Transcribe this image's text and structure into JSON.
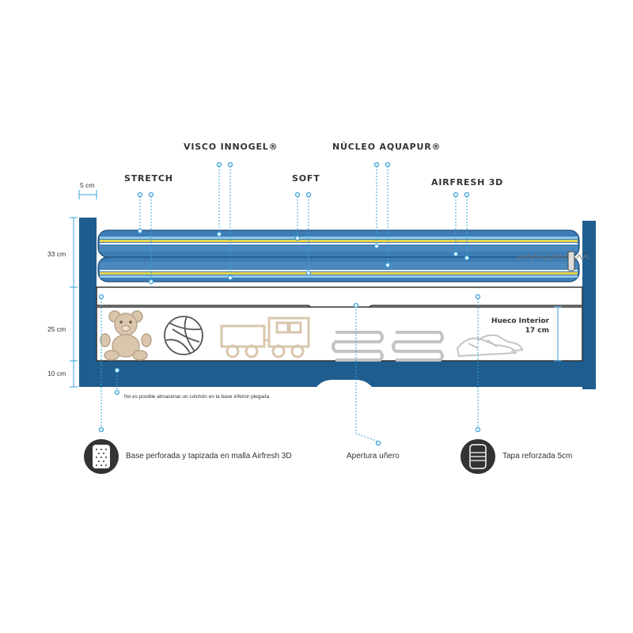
{
  "layers": {
    "stretch": "STRETCH",
    "visco": "VISCO INNOGEL®",
    "soft": "SOFT",
    "nucleo": "NÚCLEO AQUAPUR®",
    "airfresh": "AIRFRESH 3D"
  },
  "dimensions": {
    "width_top": "5 cm",
    "mattress_height": "33 cm",
    "drawer_height": "25 cm",
    "base_height": "10 cm"
  },
  "hollow": {
    "title": "Hueco Interior",
    "value": "17 cm"
  },
  "note": "No es posible almacenar un colchón en la base inferior plegada",
  "features": {
    "base": "Base perforada y tapizada en malla Airfresh 3D",
    "opening": "Apertura uñero",
    "lid": "Tapa reforzada 5cm"
  },
  "colors": {
    "frame": "#1f5d8f",
    "mattress_blue": "#3d7db5",
    "stripe_yellow": "#e8d44d",
    "accent": "#3aa3d8",
    "toy_beige": "#d9c6ad"
  },
  "icons": [
    "teddy-bear-icon",
    "volleyball-icon",
    "toy-train-icon",
    "folded-towels-icon",
    "sneakers-icon",
    "perforated-base-icon",
    "lid-icon"
  ]
}
